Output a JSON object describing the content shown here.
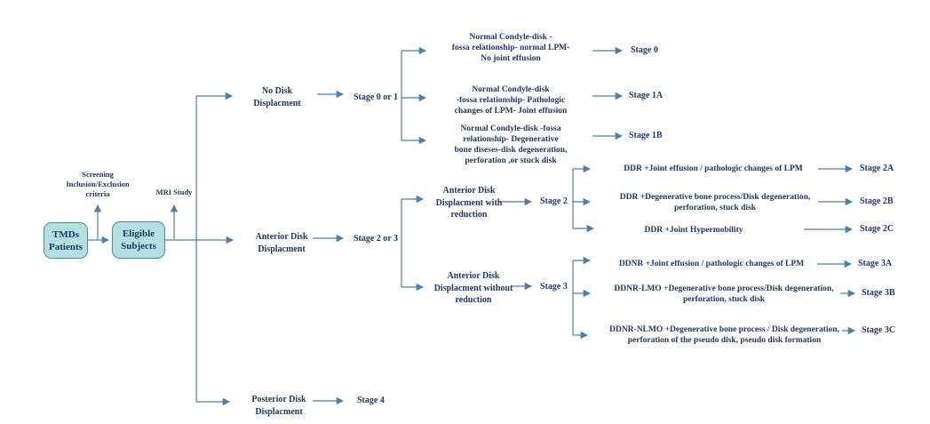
{
  "colors": {
    "text": "#1f3864",
    "arrow": "#4d7fa9",
    "box_fill": "#b3dee2",
    "box_border": "#45929d"
  },
  "nodes": {
    "patients": "TMDs\nPatients",
    "eligible": "Eligible\nSubjects",
    "screening": "Screening\nInclusion/Exclusion\ncriteria",
    "mri": "MRI Study",
    "no_disk": "No Disk\nDisplacment",
    "stage_0_or_1": "Stage 0 or 1",
    "normal_1": "Normal Condyle-disk -\nfossa relationship- normal LPM-\nNo joint effusion",
    "stage_0": "Stage 0",
    "normal_2": "Normal Condyle-disk\n-fossa relationship- Pathologic\nchanges of LPM- Joint effusion",
    "stage_1a": "Stage 1A",
    "normal_3": "Normal Condyle-disk -fossa\nrelationship- Degenerative\nbone diseses-disk degeneration,\nperforation ,or stuck disk",
    "stage_1b": "Stage 1B",
    "anterior": "Anterior Disk\nDisplacment",
    "stage_2_or_3": "Stage 2 or 3",
    "add_with_reduction": "Anterior Disk\nDisplacment with\nreduction",
    "stage_2": "Stage 2",
    "ddr_effusion": "DDR +Joint effusion / pathologic changes of LPM",
    "stage_2a": "Stage 2A",
    "ddr_degenerative": "DDR +Degenerative bone process/Disk degeneration,\nperforation, stuck disk",
    "stage_2b": "Stage 2B",
    "ddr_hypermobility": "DDR +Joint Hypermobility",
    "stage_2c": "Stage 2C",
    "add_without_reduction": "Anterior Disk\nDisplacment without\nreduction",
    "stage_3": "Stage 3",
    "ddnr_effusion": "DDNR +Joint effusion / pathologic changes of LPM",
    "stage_3a": "Stage 3A",
    "ddnr_lmo": "DDNR-LMO +Degenerative bone process/Disk degeneration,\nperforation, stuck disk",
    "stage_3b": "Stage 3B",
    "ddnr_nlmo": "DDNR-NLMO +Degenerative bone process / Disk degeneration,\nperforation of the pseudo disk, pseudo disk formation",
    "stage_3c": "Stage 3C",
    "posterior": "Posterior Disk\nDisplacment",
    "stage_4": "Stage 4"
  }
}
